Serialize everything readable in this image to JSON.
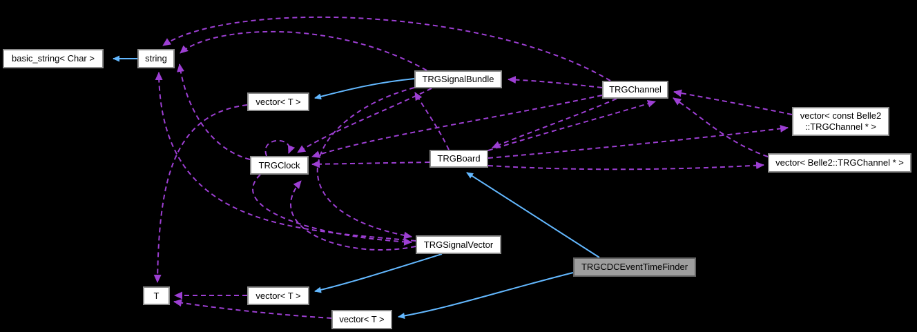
{
  "diagram": {
    "kind": "doxygen-collaboration-graph",
    "subject": "TRGCDCEventTimeFinder"
  },
  "colors": {
    "inheritance_edge": "#63b8ff",
    "usage_edge": "#9d3fd3",
    "node_fill": "#ffffff",
    "node_border": "#8c8c8c",
    "subject_fill": "#9e9e9e",
    "subject_border": "#646464",
    "text": "#000000",
    "background": "#000000"
  },
  "nodes": [
    {
      "id": "basic_string",
      "label": "basic_string< Char >"
    },
    {
      "id": "string",
      "label": "string"
    },
    {
      "id": "signalbundle",
      "label": "TRGSignalBundle"
    },
    {
      "id": "channel",
      "label": "TRGChannel"
    },
    {
      "id": "vector_top",
      "label": "vector< T >"
    },
    {
      "id": "vec_const",
      "label": "vector< const Belle2 ::TRGChannel * >"
    },
    {
      "id": "clock",
      "label": "TRGClock"
    },
    {
      "id": "board",
      "label": "TRGBoard"
    },
    {
      "id": "vec_belle2",
      "label": "vector< Belle2::TRGChannel * >"
    },
    {
      "id": "signalvector",
      "label": "TRGSignalVector"
    },
    {
      "id": "subject",
      "label": "TRGCDCEventTimeFinder"
    },
    {
      "id": "t",
      "label": "T"
    },
    {
      "id": "vector_mid",
      "label": "vector< T >"
    },
    {
      "id": "vector_bottom",
      "label": "vector< T >"
    }
  ],
  "edges": [
    {
      "from": "string",
      "to": "basic_string",
      "relation": "inherits"
    },
    {
      "from": "signalbundle",
      "to": "vector_top",
      "relation": "inherits"
    },
    {
      "from": "signalvector",
      "to": "vector_mid",
      "relation": "inherits"
    },
    {
      "from": "subject",
      "to": "vector_bottom",
      "relation": "inherits"
    },
    {
      "from": "subject",
      "to": "board",
      "relation": "inherits"
    },
    {
      "from": "channel",
      "to": "string",
      "relation": "uses"
    },
    {
      "from": "signalbundle",
      "to": "string",
      "relation": "uses"
    },
    {
      "from": "clock",
      "to": "string",
      "relation": "uses"
    },
    {
      "from": "signalvector",
      "to": "string",
      "relation": "uses"
    },
    {
      "from": "channel",
      "to": "signalbundle",
      "relation": "uses"
    },
    {
      "from": "board",
      "to": "signalbundle",
      "relation": "uses"
    },
    {
      "from": "channel",
      "to": "board",
      "relation": "uses"
    },
    {
      "from": "board",
      "to": "channel",
      "relation": "uses"
    },
    {
      "from": "board",
      "to": "clock",
      "relation": "uses"
    },
    {
      "from": "channel",
      "to": "clock",
      "relation": "uses"
    },
    {
      "from": "signalbundle",
      "to": "clock",
      "relation": "uses"
    },
    {
      "from": "clock",
      "to": "clock",
      "relation": "uses"
    },
    {
      "from": "signalvector",
      "to": "clock",
      "relation": "uses"
    },
    {
      "from": "clock",
      "to": "signalvector",
      "relation": "uses"
    },
    {
      "from": "signalbundle",
      "to": "signalvector",
      "relation": "uses"
    },
    {
      "from": "board",
      "to": "vec_const",
      "relation": "uses"
    },
    {
      "from": "board",
      "to": "vec_belle2",
      "relation": "uses"
    },
    {
      "from": "vec_const",
      "to": "channel",
      "relation": "uses"
    },
    {
      "from": "vec_belle2",
      "to": "channel",
      "relation": "uses"
    },
    {
      "from": "vector_top",
      "to": "t",
      "relation": "uses"
    },
    {
      "from": "vector_mid",
      "to": "t",
      "relation": "uses"
    },
    {
      "from": "vector_bottom",
      "to": "t",
      "relation": "uses"
    }
  ]
}
